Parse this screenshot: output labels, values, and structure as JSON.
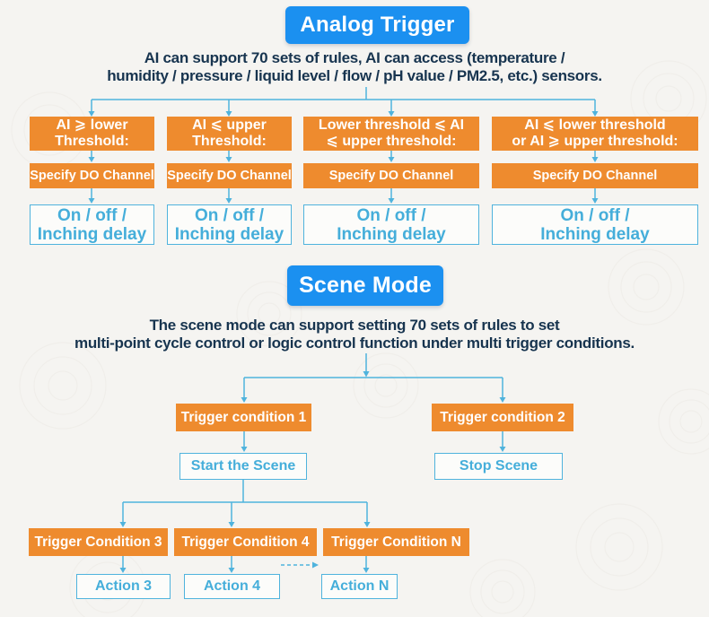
{
  "colors": {
    "header_blue": "#1b90f0",
    "node_orange": "#ee8b2e",
    "line_blue": "#4fb3dd",
    "text_navy": "#17344f",
    "background": "#f5f4f1"
  },
  "analog": {
    "title": "Analog Trigger",
    "description": [
      "AI can support 70 sets of rules, AI can access (temperature /",
      "humidity / pressure / liquid level / flow / pH value / PM2.5, etc.) sensors."
    ],
    "columns": [
      {
        "condition_lines": [
          "AI ⩾ lower",
          "Threshold:"
        ],
        "channel": "Specify DO Channel",
        "action_lines": [
          "On / off /",
          "Inching delay"
        ]
      },
      {
        "condition_lines": [
          "AI ⩽ upper",
          "Threshold:"
        ],
        "channel": "Specify DO Channel",
        "action_lines": [
          "On / off /",
          "Inching delay"
        ]
      },
      {
        "condition_lines": [
          "Lower threshold ⩽ AI",
          "⩽ upper threshold:"
        ],
        "channel": "Specify DO Channel",
        "action_lines": [
          "On / off /",
          "Inching delay"
        ]
      },
      {
        "condition_lines": [
          "AI ⩽ lower threshold",
          "or AI ⩾ upper threshold:"
        ],
        "channel": "Specify DO Channel",
        "action_lines": [
          "On / off /",
          "Inching delay"
        ]
      }
    ]
  },
  "scene": {
    "title": "Scene Mode",
    "description": [
      "The scene mode can support setting 70 sets of rules to set",
      "multi-point cycle control or logic control function under multi trigger conditions."
    ],
    "trigger1": "Trigger condition 1",
    "trigger2": "Trigger condition 2",
    "start": "Start the Scene",
    "stop": "Stop Scene",
    "cond3": "Trigger Condition 3",
    "cond4": "Trigger Condition 4",
    "condN": "Trigger Condition N",
    "action3": "Action 3",
    "action4": "Action 4",
    "actionN": "Action N"
  }
}
